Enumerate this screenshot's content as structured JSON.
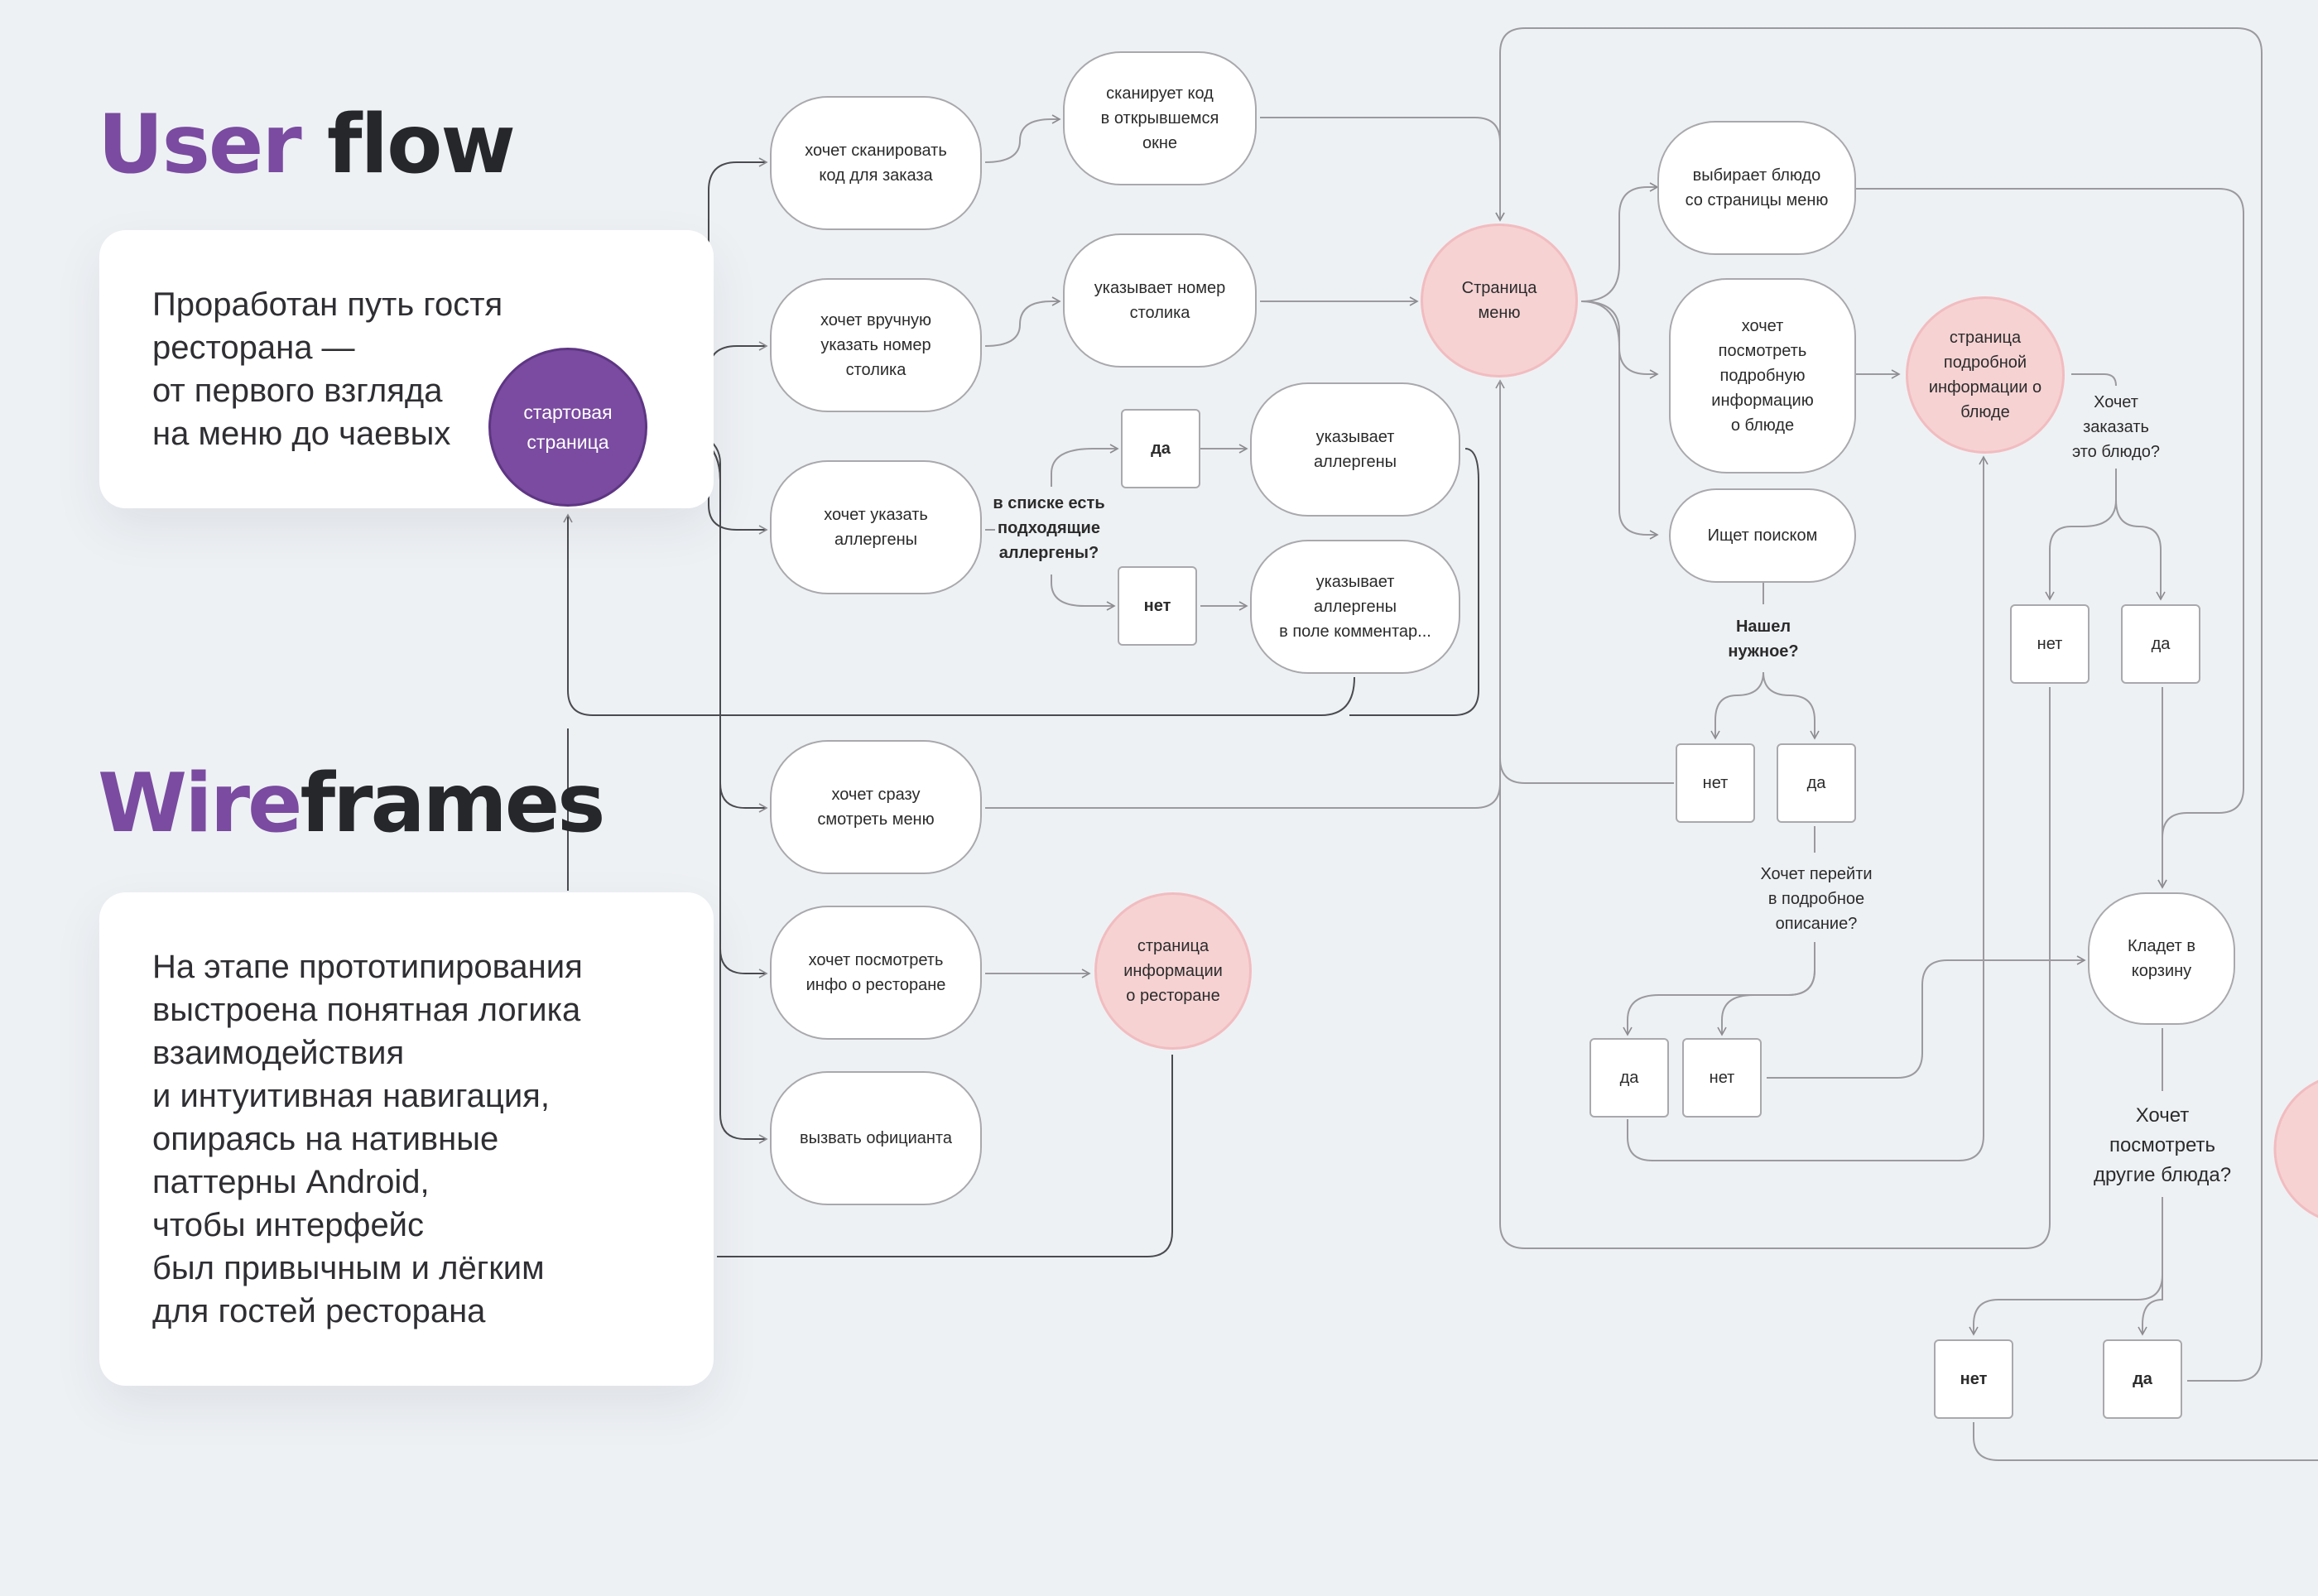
{
  "headings": {
    "userflow_word1": "User",
    "userflow_word2": "flow",
    "wireframes_word1": "Wire",
    "wireframes_word2": "frames"
  },
  "cards": {
    "userflow": "Проработан путь гостя\nресторана —\nот первого взгляда\nна меню до чаевых",
    "wireframes": "На этапе прототипирования\nвыстроена понятная логика\nвзаимодействия\nи интуитивная навигация,\nопираясь на нативные\nпаттерны Android,\nчтобы интерфейс\nбыл привычным и лёгким\nдля гостей ресторана"
  },
  "nodes": {
    "start_page": "стартовая\nстраница",
    "scan_wish": "хочет сканировать\nкод для заказа",
    "scan_action": "сканирует код\nв открывшемся\nокне",
    "manual_wish": "хочет вручную\nуказать номер\nстолика",
    "manual_action": "указывает номер\nстолика",
    "allergen_wish": "хочет указать\nаллергены",
    "allergen_yes": "да",
    "allergen_no": "нет",
    "allergen_pick": "указывает\nаллергены",
    "allergen_comment": "указывает\nаллергены\nв поле комментар...",
    "menu_direct": "хочет сразу\nсмотреть меню",
    "restaurant_info_wish": "хочет посмотреть\nинфо о ресторане",
    "restaurant_info_page": "страница\nинформации\nо ресторане",
    "call_waiter": "вызвать официанта",
    "menu_page": "Страница\nменю",
    "choose_dish": "выбирает блюдо\nсо страницы меню",
    "detail_wish": "хочет\nпосмотреть\nподробную\nинформацию\nо блюде",
    "search": "Ищет поиском",
    "found_no": "нет",
    "found_yes": "да",
    "detail_go_yes": "да",
    "detail_go_no": "нет",
    "dish_page": "страница\nподробной\nинформации о\nблюде",
    "order_no": "нет",
    "order_yes": "да",
    "cart": "Кладет в\nкорзину",
    "other_no": "нет",
    "other_yes": "да"
  },
  "labels": {
    "allergen_question": "в списке есть\nподходящие\nаллергены?",
    "found_question": "Нашел\nнужное?",
    "go_detail_question": "Хочет перейти\nв подробное\nописание?",
    "order_question": "Хочет\nзаказать\nэто блюдо?",
    "other_question": "Хочет\nпосмотреть\nдругие блюда?"
  },
  "colors": {
    "accent_purple": "#7a4ba0",
    "pink_node": "#f6d2d3",
    "edge_dark": "#4a4b50",
    "edge_light": "#9a9a9f"
  }
}
